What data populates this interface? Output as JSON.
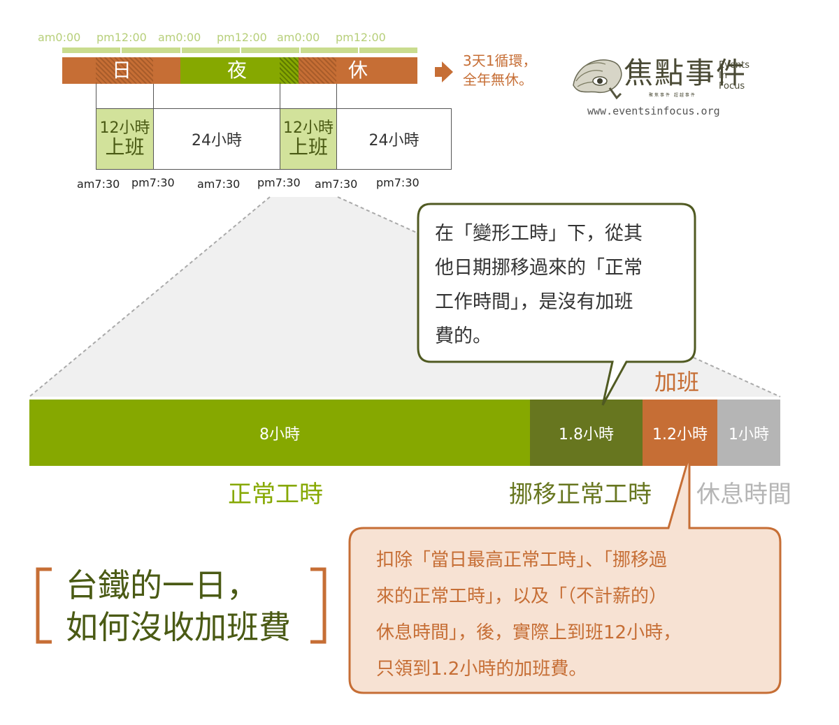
{
  "colors": {
    "orange": "#c66e35",
    "green": "#86a800",
    "dark_green": "#67761f",
    "light_green": "#d2e29b",
    "gray": "#b5b5b5",
    "tick": "#b7cf7a",
    "dark_text": "#4a5a14"
  },
  "shift_timeline": {
    "ticks": [
      "am0:00",
      "pm12:00",
      "am0:00",
      "pm12:00",
      "am0:00",
      "pm12:00"
    ],
    "segments": [
      "日",
      "夜",
      "休"
    ],
    "cycle_note": [
      "3天1循環，",
      "全年無休。"
    ]
  },
  "shift_table": {
    "cells": [
      {
        "lines": [
          "12小時",
          "上班"
        ],
        "highlight": true
      },
      {
        "lines": [
          "24小時"
        ],
        "highlight": false
      },
      {
        "lines": [
          "12小時",
          "上班"
        ],
        "highlight": true
      },
      {
        "lines": [
          "24小時"
        ],
        "highlight": false
      }
    ],
    "time_labels": [
      "am7:30",
      "pm7:30",
      "am7:30",
      "pm7:30",
      "am7:30",
      "pm7:30"
    ]
  },
  "logo": {
    "title": "焦點事件",
    "sub_en": [
      "Events",
      "In",
      "Focus"
    ],
    "tagline": "聚焦事件 超越事件",
    "url": "www.eventsinfocus.org"
  },
  "hours_bar": {
    "segments": [
      {
        "label": "8小時",
        "hours": 8,
        "color": "#86a800"
      },
      {
        "label": "1.8小時",
        "hours": 1.8,
        "color": "#67761f"
      },
      {
        "label": "1.2小時",
        "hours": 1.2,
        "color": "#c66e35"
      },
      {
        "label": "1小時",
        "hours": 1,
        "color": "#b5b5b5"
      }
    ],
    "labels": {
      "overtime": "加班",
      "normal": "正常工時",
      "moved": "挪移正常工時",
      "rest": "休息時間"
    }
  },
  "callout_top": {
    "lines": [
      "在「變形工時」下，從其",
      "他日期挪移過來的「正常",
      "工作時間」，是沒有加班",
      "費的。"
    ]
  },
  "callout_bottom": {
    "lines": [
      "扣除「當日最高正常工時」、「挪移過",
      "來的正常工時」，以及「（不計薪的）",
      "休息時間」，後，實際上到班12小時，",
      "只領到1.2小時的加班費。"
    ]
  },
  "title": {
    "lines": [
      "台鐵的一日，",
      "如何沒收加班費"
    ]
  }
}
